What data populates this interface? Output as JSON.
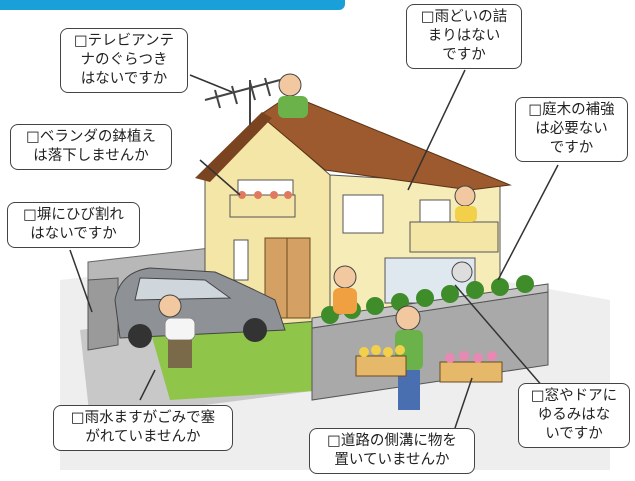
{
  "checklist": [
    {
      "id": "antenna",
      "text": "□テレビアンテ\nナのぐらつき\nはないですか"
    },
    {
      "id": "gutter",
      "text": "□雨どいの詰\nまりはない\nですか"
    },
    {
      "id": "garden-tree",
      "text": "□庭木の補強\nは必要ない\nですか"
    },
    {
      "id": "veranda",
      "text": "□ベランダの鉢植え\nは落下しませんか"
    },
    {
      "id": "fence-wall",
      "text": "□塀にひび割れ\nはないですか"
    },
    {
      "id": "window-door",
      "text": "□窓やドアに\nゆるみはな\nいですか"
    },
    {
      "id": "rain-basin",
      "text": "□雨水ますがごみで塞\nがれていませんか"
    },
    {
      "id": "roadside-ditch",
      "text": "□道路の側溝に物を\n置いていませんか"
    }
  ],
  "colors": {
    "accent_bar": "#1aa0d8",
    "house_wall": "#f3e6a6",
    "roof": "#9c5a2e",
    "wall_gray": "#a9a9a9",
    "grass": "#79b83a",
    "car": "#8e9297"
  }
}
